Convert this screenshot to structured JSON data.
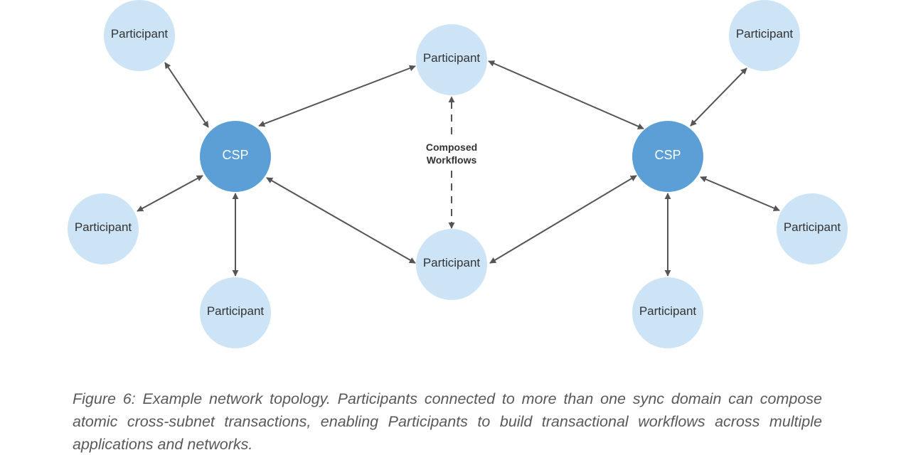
{
  "diagram": {
    "participant_label": "Participant",
    "csp_label": "CSP",
    "composed_label_line1": "Composed",
    "composed_label_line2": "Workflows",
    "colors": {
      "participant_fill": "#cce4f6",
      "csp_fill": "#5b9fd6",
      "arrow": "#555555"
    }
  },
  "caption": {
    "text": "Figure 6: Example network topology. Participants connected to more than one sync domain can compose atomic cross-subnet transactions, enabling Participants to build transactional workflows across multiple applications and networks."
  }
}
